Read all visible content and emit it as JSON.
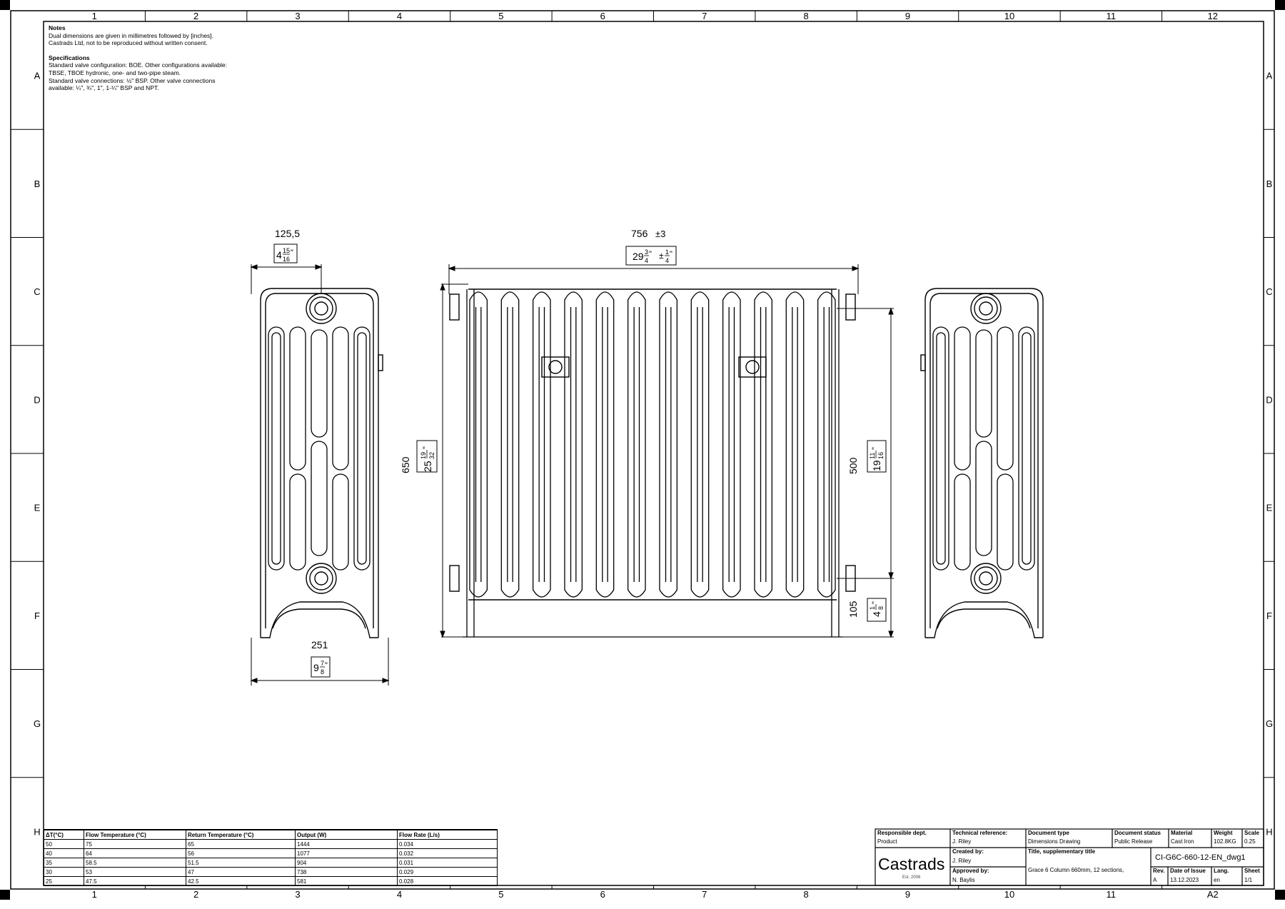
{
  "notes": {
    "heading": "Notes",
    "lines": [
      "Dual dimensions are given in millimetres followed by [inches].",
      "Castrads Ltd, not to be reproduced without written consent."
    ]
  },
  "specifications": {
    "heading": "Specifications",
    "lines": [
      "Standard valve configuration: BOE. Other configurations available:",
      "TBSE, TBOE hydronic, one- and two-pipe steam.",
      "Standard valve connections: ½\" BSP. Other valve connections",
      "available: ¼\", ¾\", 1\", 1-¼\" BSP and NPT."
    ]
  },
  "grid": {
    "columns": [
      "1",
      "2",
      "3",
      "4",
      "5",
      "6",
      "7",
      "8",
      "9",
      "10",
      "11",
      "12"
    ],
    "rows": [
      "A",
      "B",
      "C",
      "D",
      "E",
      "F",
      "G",
      "H"
    ],
    "sheet_size_label": "A2"
  },
  "dimensions": {
    "side_depth_mm": "125,5",
    "side_depth_in": "4",
    "side_depth_in_num": "15",
    "side_depth_in_den": "16",
    "foot_width_mm": "251",
    "foot_width_in": "9",
    "foot_width_in_num": "7",
    "foot_width_in_den": "8",
    "length_mm": "756",
    "length_tol_mm": "±3",
    "length_in": "29",
    "length_in_num": "3",
    "length_in_den": "4",
    "length_tol_in": "±",
    "length_tol_in_num": "1",
    "length_tol_in_den": "4",
    "height_mm": "650",
    "height_in": "25",
    "height_in_num": "19",
    "height_in_den": "32",
    "centres_mm": "500",
    "centres_in": "19",
    "centres_in_num": "11",
    "centres_in_den": "16",
    "floor_mm": "105",
    "floor_in": "4",
    "floor_in_num": "1",
    "floor_in_den": "8",
    "inch_mark": "\""
  },
  "drawing": {
    "sections": 12
  },
  "performance_table": {
    "headers": [
      "ΔT(°C)",
      "Flow Temperature (°C)",
      "Return Temperature (°C)",
      "Output (W)",
      "Flow Rate (L/s)"
    ],
    "rows": [
      [
        "50",
        "75",
        "65",
        "1444",
        "0.034"
      ],
      [
        "40",
        "64",
        "56",
        "1077",
        "0.032"
      ],
      [
        "35",
        "58.5",
        "51.5",
        "904",
        "0.031"
      ],
      [
        "30",
        "53",
        "47",
        "738",
        "0.029"
      ],
      [
        "25",
        "47.5",
        "42.5",
        "581",
        "0.028"
      ]
    ]
  },
  "title_block": {
    "responsible_dept_label": "Responsible dept.",
    "responsible_dept": "Product",
    "technical_reference_label": "Technical reference:",
    "technical_reference": "J. Riley",
    "document_type_label": "Document type",
    "document_type": "Dimensions Drawing",
    "document_status_label": "Document status",
    "document_status": "Public Release",
    "material_label": "Material",
    "material": "Cast Iron",
    "weight_label": "Weight",
    "weight": "102.8KG",
    "scale_label": "Scale",
    "scale": "0.25",
    "created_by_label": "Created by:",
    "created_by": "J. Riley",
    "approved_by_label": "Approved by:",
    "approved_by": "N. Baylis",
    "title_label": "Title, supplementary title",
    "title": "Grace 6 Column 660mm, 12 sections,",
    "doc_id": "CI-G6C-660-12-EN_dwg1",
    "rev_label": "Rev.",
    "rev": "A",
    "date_label": "Date of Issue",
    "date": "13.12.2023",
    "lang_label": "Lang.",
    "lang": "en",
    "sheet_label": "Sheet",
    "sheet": "1/1",
    "brand": "Castrads",
    "est": "Est. 2006"
  }
}
